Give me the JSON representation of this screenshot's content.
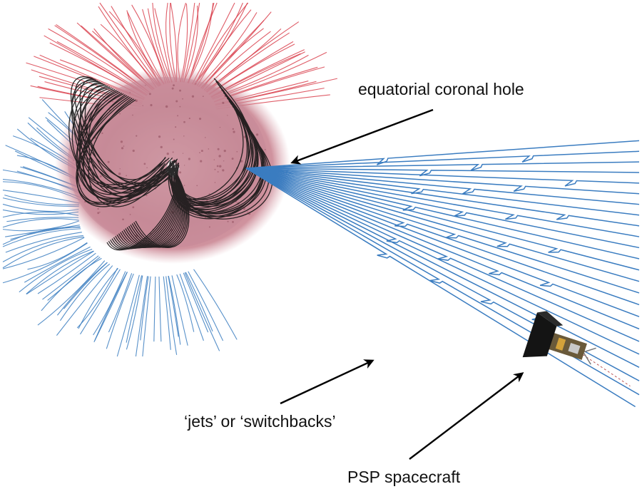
{
  "labels": {
    "coronal_hole": "equatorial coronal hole",
    "jets": "‘jets’ or ‘switchbacks’",
    "spacecraft": "PSP spacecraft"
  },
  "colors": {
    "open_field_outward": "#d9414e",
    "open_field_inward": "#3a7cc0",
    "closed_loops": "#161616",
    "sun_surface": "#c98d98",
    "arrow": "#000000",
    "background": "#ffffff"
  },
  "icons": {
    "sun": "sun-globe-icon",
    "spacecraft": "parker-solar-probe-icon"
  }
}
